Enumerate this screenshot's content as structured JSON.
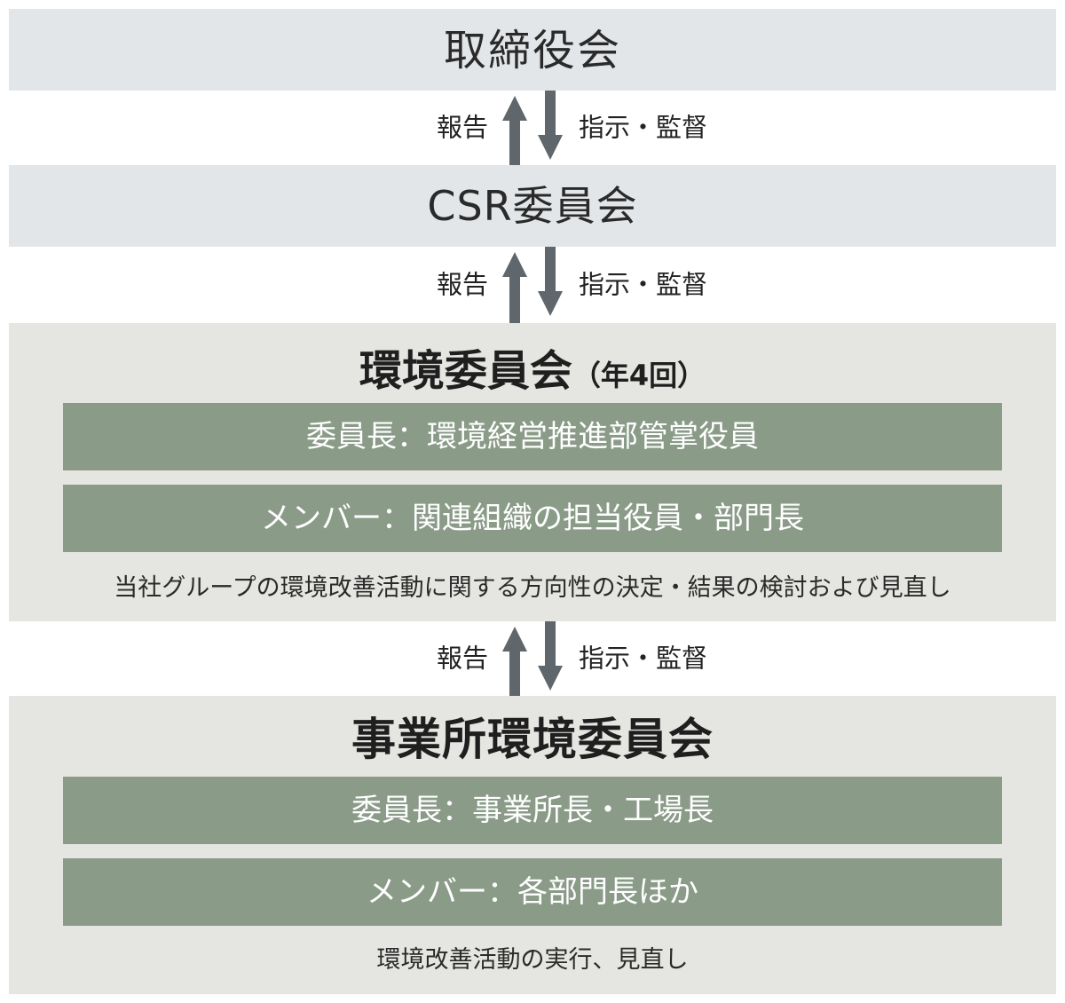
{
  "board": {
    "title": "取締役会"
  },
  "csr": {
    "title": "CSR委員会"
  },
  "env_committee": {
    "title": "環境委員会",
    "frequency": "（年4回）",
    "chair": "委員長：環境経営推進部管掌役員",
    "members": "メンバー：関連組織の担当役員・部門長",
    "role": "当社グループの環境改善活動に関する方向性の決定・結果の検討および見直し"
  },
  "site_committee": {
    "title": "事業所環境委員会",
    "chair": "委員長：事業所長・工場長",
    "members": "メンバー：各部門長ほか",
    "role": "環境改善活動の実行、見直し"
  },
  "connectors": [
    {
      "report": "報告",
      "instruct": "指示・監督"
    },
    {
      "report": "報告",
      "instruct": "指示・監督"
    },
    {
      "report": "報告",
      "instruct": "指示・監督"
    }
  ],
  "colors": {
    "gray_band": "#e3e6e8",
    "beige_band": "#e5e6e1",
    "green_bar": "#8a9b88",
    "arrow": "#5f676c"
  }
}
